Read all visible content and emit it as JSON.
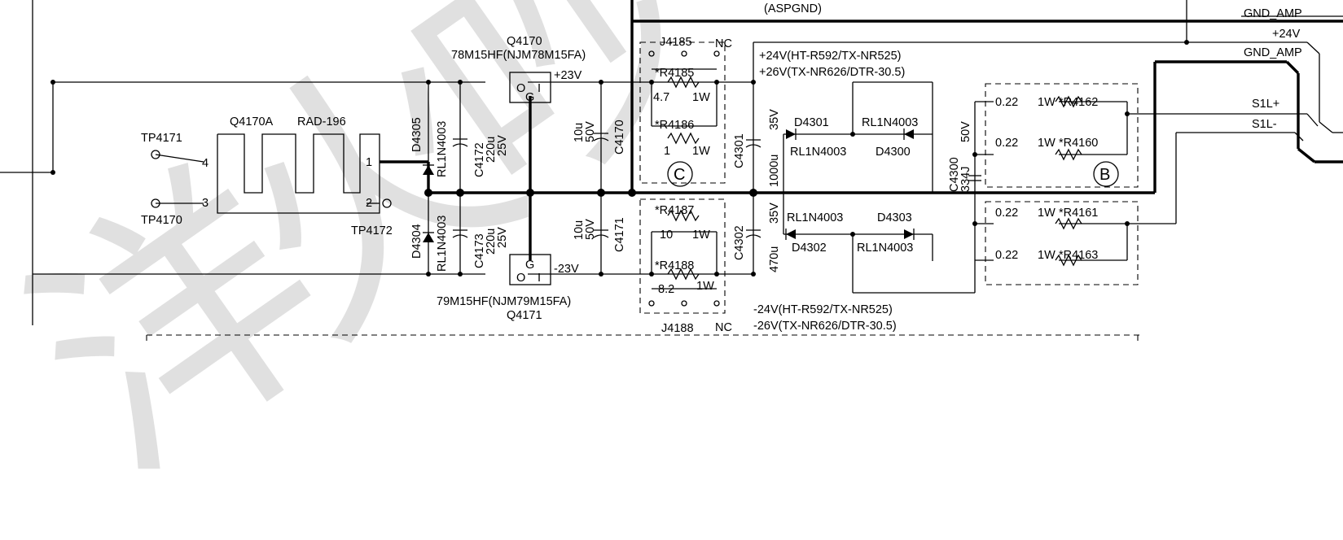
{
  "watermark": {
    "text": "洋火吵"
  },
  "nets": {
    "aspgnd": "(ASPGND)",
    "gnd_amp_1": "GND_AMP",
    "plus24": "+24V",
    "gnd_amp_2": "GND_AMP",
    "s1l_plus": "S1L+",
    "s1l_minus": "S1L-",
    "pos_rail_1": "+24V(HT-R592/TX-NR525)",
    "pos_rail_2": "+26V(TX-NR626/DTR-30.5)",
    "neg_rail_1": "-24V(HT-R592/TX-NR525)",
    "neg_rail_2": "-26V(TX-NR626/DTR-30.5)",
    "reg_pos_out": "+23V",
    "reg_neg_out": "-23V"
  },
  "heatsink": {
    "ref": "Q4170A",
    "part": "RAD-196",
    "pin1": "1",
    "pin2": "2",
    "pin3": "3",
    "pin4": "4"
  },
  "test_points": {
    "tp4171": "TP4171",
    "tp4170": "TP4170",
    "tp4172": "TP4172"
  },
  "diodes": {
    "d4305": {
      "ref": "D4305",
      "part": "RL1N4003"
    },
    "d4304": {
      "ref": "D4304",
      "part": "RL1N4003"
    },
    "d4301": {
      "ref": "D4301",
      "part": "RL1N4003"
    },
    "d4300": {
      "ref": "D4300",
      "part": "RL1N4003"
    },
    "d4302": {
      "ref": "D4302",
      "part": "RL1N4003"
    },
    "d4303": {
      "ref": "D4303",
      "part": "RL1N4003"
    }
  },
  "capacitors": {
    "c4172": {
      "ref": "C4172",
      "value": "220u",
      "voltage": "25V"
    },
    "c4173": {
      "ref": "C4173",
      "value": "220u",
      "voltage": "25V"
    },
    "c4170": {
      "ref": "C4170",
      "value": "10u",
      "voltage": "50V"
    },
    "c4171": {
      "ref": "C4171",
      "value": "10u",
      "voltage": "50V"
    },
    "c4301": {
      "ref": "C4301",
      "value": "1000u",
      "voltage": "35V"
    },
    "c4302": {
      "ref": "C4302",
      "value": "470u",
      "voltage": "35V"
    },
    "c4300": {
      "ref": "C4300",
      "value": "334J",
      "voltage": "50V"
    }
  },
  "regulators": {
    "q4170": {
      "ref": "Q4170",
      "part": "78M15HF(NJM78M15FA)",
      "o": "O",
      "i": "I",
      "g": "G"
    },
    "q4171": {
      "ref": "Q4171",
      "part": "79M15HF(NJM79M15FA)",
      "o": "O",
      "i": "I",
      "g": "G"
    }
  },
  "jumpers": {
    "j4185": "J4185",
    "j4188": "J4188",
    "nc": "NC"
  },
  "resistors": {
    "r4185": {
      "ref": "*R4185",
      "value": "4.7",
      "power": "1W"
    },
    "r4186": {
      "ref": "*R4186",
      "value": "1",
      "power": "1W"
    },
    "r4187": {
      "ref": "*R4187",
      "value": "10",
      "power": "1W"
    },
    "r4188": {
      "ref": "*R4188",
      "value": "8.2",
      "power": "1W"
    },
    "r4162": {
      "ref": "*R4162",
      "value": "0.22",
      "power": "1W"
    },
    "r4160": {
      "ref": "*R4160",
      "value": "0.22",
      "power": "1W"
    },
    "r4161": {
      "ref": "*R4161",
      "value": "0.22",
      "power": "1W"
    },
    "r4163": {
      "ref": "*R4163",
      "value": "0.22",
      "power": "1W"
    }
  },
  "section_marks": {
    "c": "C",
    "b": "B"
  }
}
